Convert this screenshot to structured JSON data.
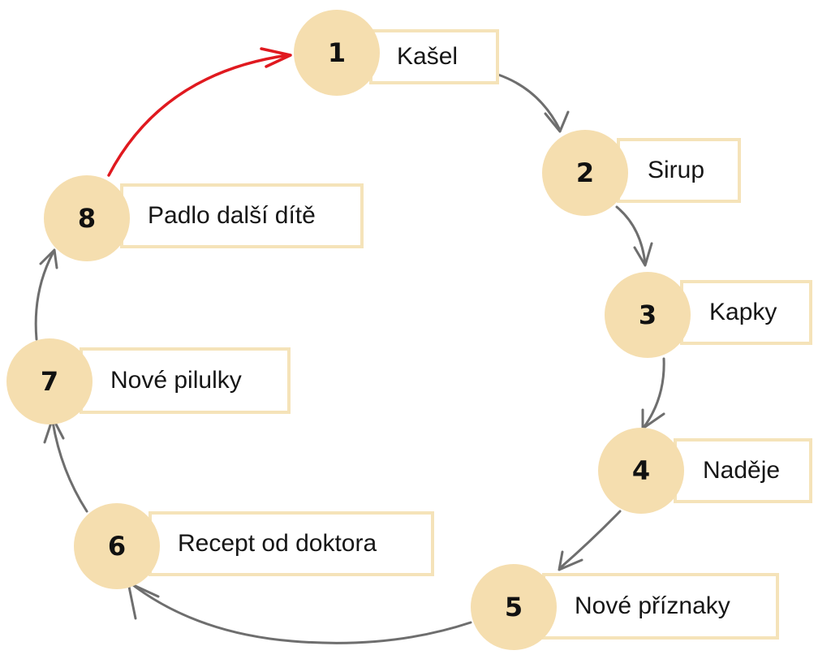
{
  "diagram": {
    "type": "cycle",
    "colors": {
      "circle_fill": "#f5deaf",
      "box_border": "#f5e3b9",
      "arrow": "#6e6e6e",
      "highlight_arrow": "#e0191f",
      "text": "#161616"
    },
    "steps": [
      {
        "number": "1",
        "label": "Kašel"
      },
      {
        "number": "2",
        "label": "Sirup"
      },
      {
        "number": "3",
        "label": "Kapky"
      },
      {
        "number": "4",
        "label": "Naděje"
      },
      {
        "number": "5",
        "label": "Nové příznaky"
      },
      {
        "number": "6",
        "label": "Recept od doktora"
      },
      {
        "number": "7",
        "label": "Nové pilulky"
      },
      {
        "number": "8",
        "label": "Padlo další dítě"
      }
    ],
    "edges": [
      {
        "from": "1",
        "to": "2",
        "highlight": false
      },
      {
        "from": "2",
        "to": "3",
        "highlight": false
      },
      {
        "from": "3",
        "to": "4",
        "highlight": false
      },
      {
        "from": "4",
        "to": "5",
        "highlight": false
      },
      {
        "from": "5",
        "to": "6",
        "highlight": false
      },
      {
        "from": "6",
        "to": "7",
        "highlight": false
      },
      {
        "from": "7",
        "to": "8",
        "highlight": false
      },
      {
        "from": "8",
        "to": "1",
        "highlight": true
      }
    ]
  }
}
